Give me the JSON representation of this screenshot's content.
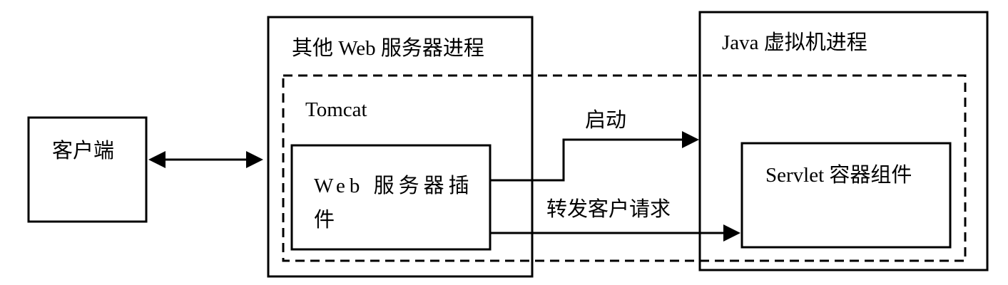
{
  "labels": {
    "client": "客户端",
    "web_server_process": "其他 Web 服务器进程",
    "java_vm_process": "Java 虚拟机进程",
    "tomcat": "Tomcat",
    "web_server_plugin": "Web 服务器插件",
    "servlet_container": "Servlet 容器组件",
    "start": "启动",
    "forward_request": "转发客户请求"
  },
  "colors": {
    "stroke": "#000000",
    "background": "#ffffff"
  }
}
